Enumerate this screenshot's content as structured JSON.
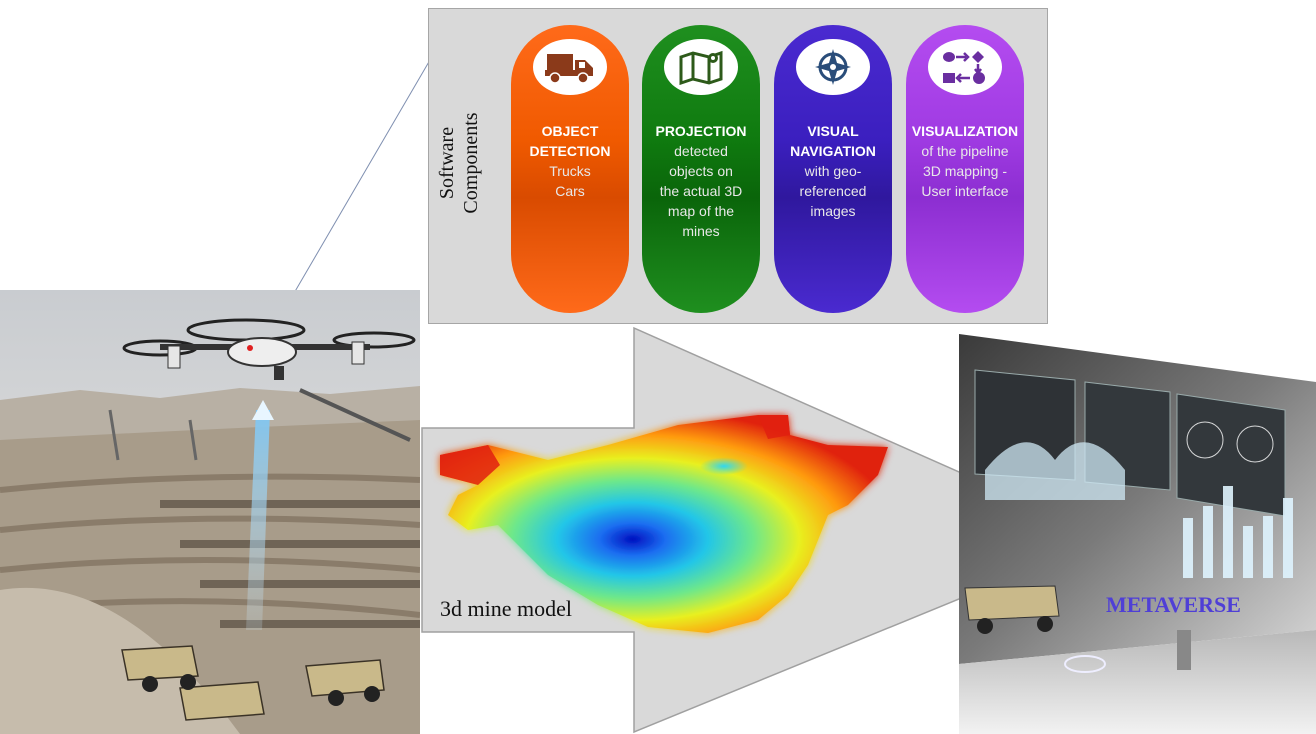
{
  "panel": {
    "title_line1": "Software",
    "title_line2": "Components",
    "pills": [
      {
        "head": "OBJECT DETECTION",
        "body_lines": [
          "Trucks",
          "Cars"
        ],
        "icon": "truck-icon",
        "color": "#f05a00"
      },
      {
        "head": "PROJECTION",
        "body_lines": [
          "detected",
          "objects on",
          "the actual 3D",
          "map of the",
          "mines"
        ],
        "icon": "map-icon",
        "color": "#0f7a0f"
      },
      {
        "head": "VISUAL NAVIGATION",
        "body_lines": [
          "with geo-",
          "referenced",
          "images"
        ],
        "icon": "compass-icon",
        "color": "#3b1fbf"
      },
      {
        "head": "VISUALIZATION",
        "body_lines": [
          "of the pipeline",
          "3D mapping -",
          "User interface"
        ],
        "icon": "flowchart-icon",
        "color": "#9f3ae2"
      }
    ]
  },
  "model": {
    "label": "3d mine model"
  },
  "metaverse": {
    "label": "METAVERSE",
    "color": "#4f3fd6"
  }
}
